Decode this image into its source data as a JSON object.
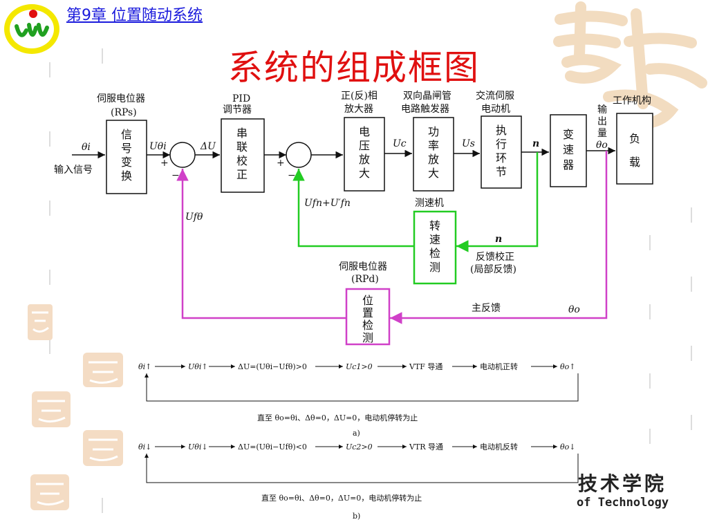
{
  "header": {
    "chapter_link": "第9章  位置随动系统"
  },
  "title": "系统的组成框图",
  "diagram": {
    "labels": {
      "rps_name": "伺服电位器",
      "rps_code": "(RPs)",
      "pid_name": "PID",
      "pid_sub": "调节器",
      "amp_name1": "正(反)相",
      "amp_name2": "放大器",
      "thy_name1": "双向晶闸管",
      "thy_name2": "电路触发器",
      "motor_name1": "交流伺服",
      "motor_name2": "电动机",
      "work_name": "工作机构",
      "output_label1": "输",
      "output_label2": "出",
      "output_label3": "量",
      "theta_o": "θo",
      "theta_i": "θi",
      "input_signal": "输入信号",
      "u_theta_i": "Uθi",
      "delta_u": "ΔU",
      "u_c": "Uc",
      "u_s": "Us",
      "n": "n",
      "u_f_theta": "Ufθ",
      "u_fn": "Ufn+U′fn",
      "tacho_name": "测速机",
      "n_feedback": "n",
      "local_feedback1": "反馈校正",
      "local_feedback2": "(局部反馈)",
      "rpd_name": "伺服电位器",
      "rpd_code": "(RPd)",
      "main_feedback": "主反馈",
      "theta_o_main": "θo",
      "plus": "+",
      "minus": "−"
    },
    "boxes": {
      "signal_convert": [
        "信",
        "号",
        "变",
        "换"
      ],
      "series_correct": [
        "串",
        "联",
        "校",
        "正"
      ],
      "voltage_amp": [
        "电",
        "压",
        "放",
        "大"
      ],
      "power_amp": [
        "功",
        "率",
        "放",
        "大"
      ],
      "actuator": [
        "执",
        "行",
        "环",
        "节"
      ],
      "gearbox": [
        "变",
        "速",
        "器"
      ],
      "load": [
        "负",
        "载"
      ],
      "speed_detect": [
        "转",
        "速",
        "检",
        "测"
      ],
      "position_detect": [
        "位",
        "置",
        "检",
        "测"
      ]
    },
    "colors": {
      "speed_loop": "#22cc22",
      "position_loop": "#d040c8"
    }
  },
  "sequence_a": {
    "start": "θi↑",
    "s1": "Uθi↑",
    "s2": "ΔU=(Uθi−Ufθ)>0",
    "s3": "Uc1>0",
    "s4": "VTF 导通",
    "s5": "电动机正转",
    "end": "θo↑",
    "until": "直至 θo=θi、Δθ=0，ΔU=0，电动机停转为止",
    "caption": "a)"
  },
  "sequence_b": {
    "start": "θi↓",
    "s1": "Uθi↓",
    "s2": "ΔU=(Uθi−Ufθ)<0",
    "s3": "Uc2>0",
    "s4": "VTR 导通",
    "s5": "电动机反转",
    "end": "θo↓",
    "until": "直至 θo=θi、Δθ=0，ΔU=0，电动机停转为止",
    "caption": "b)"
  },
  "footer": {
    "school_cn": "技术学院",
    "school_en": "of Technology"
  }
}
